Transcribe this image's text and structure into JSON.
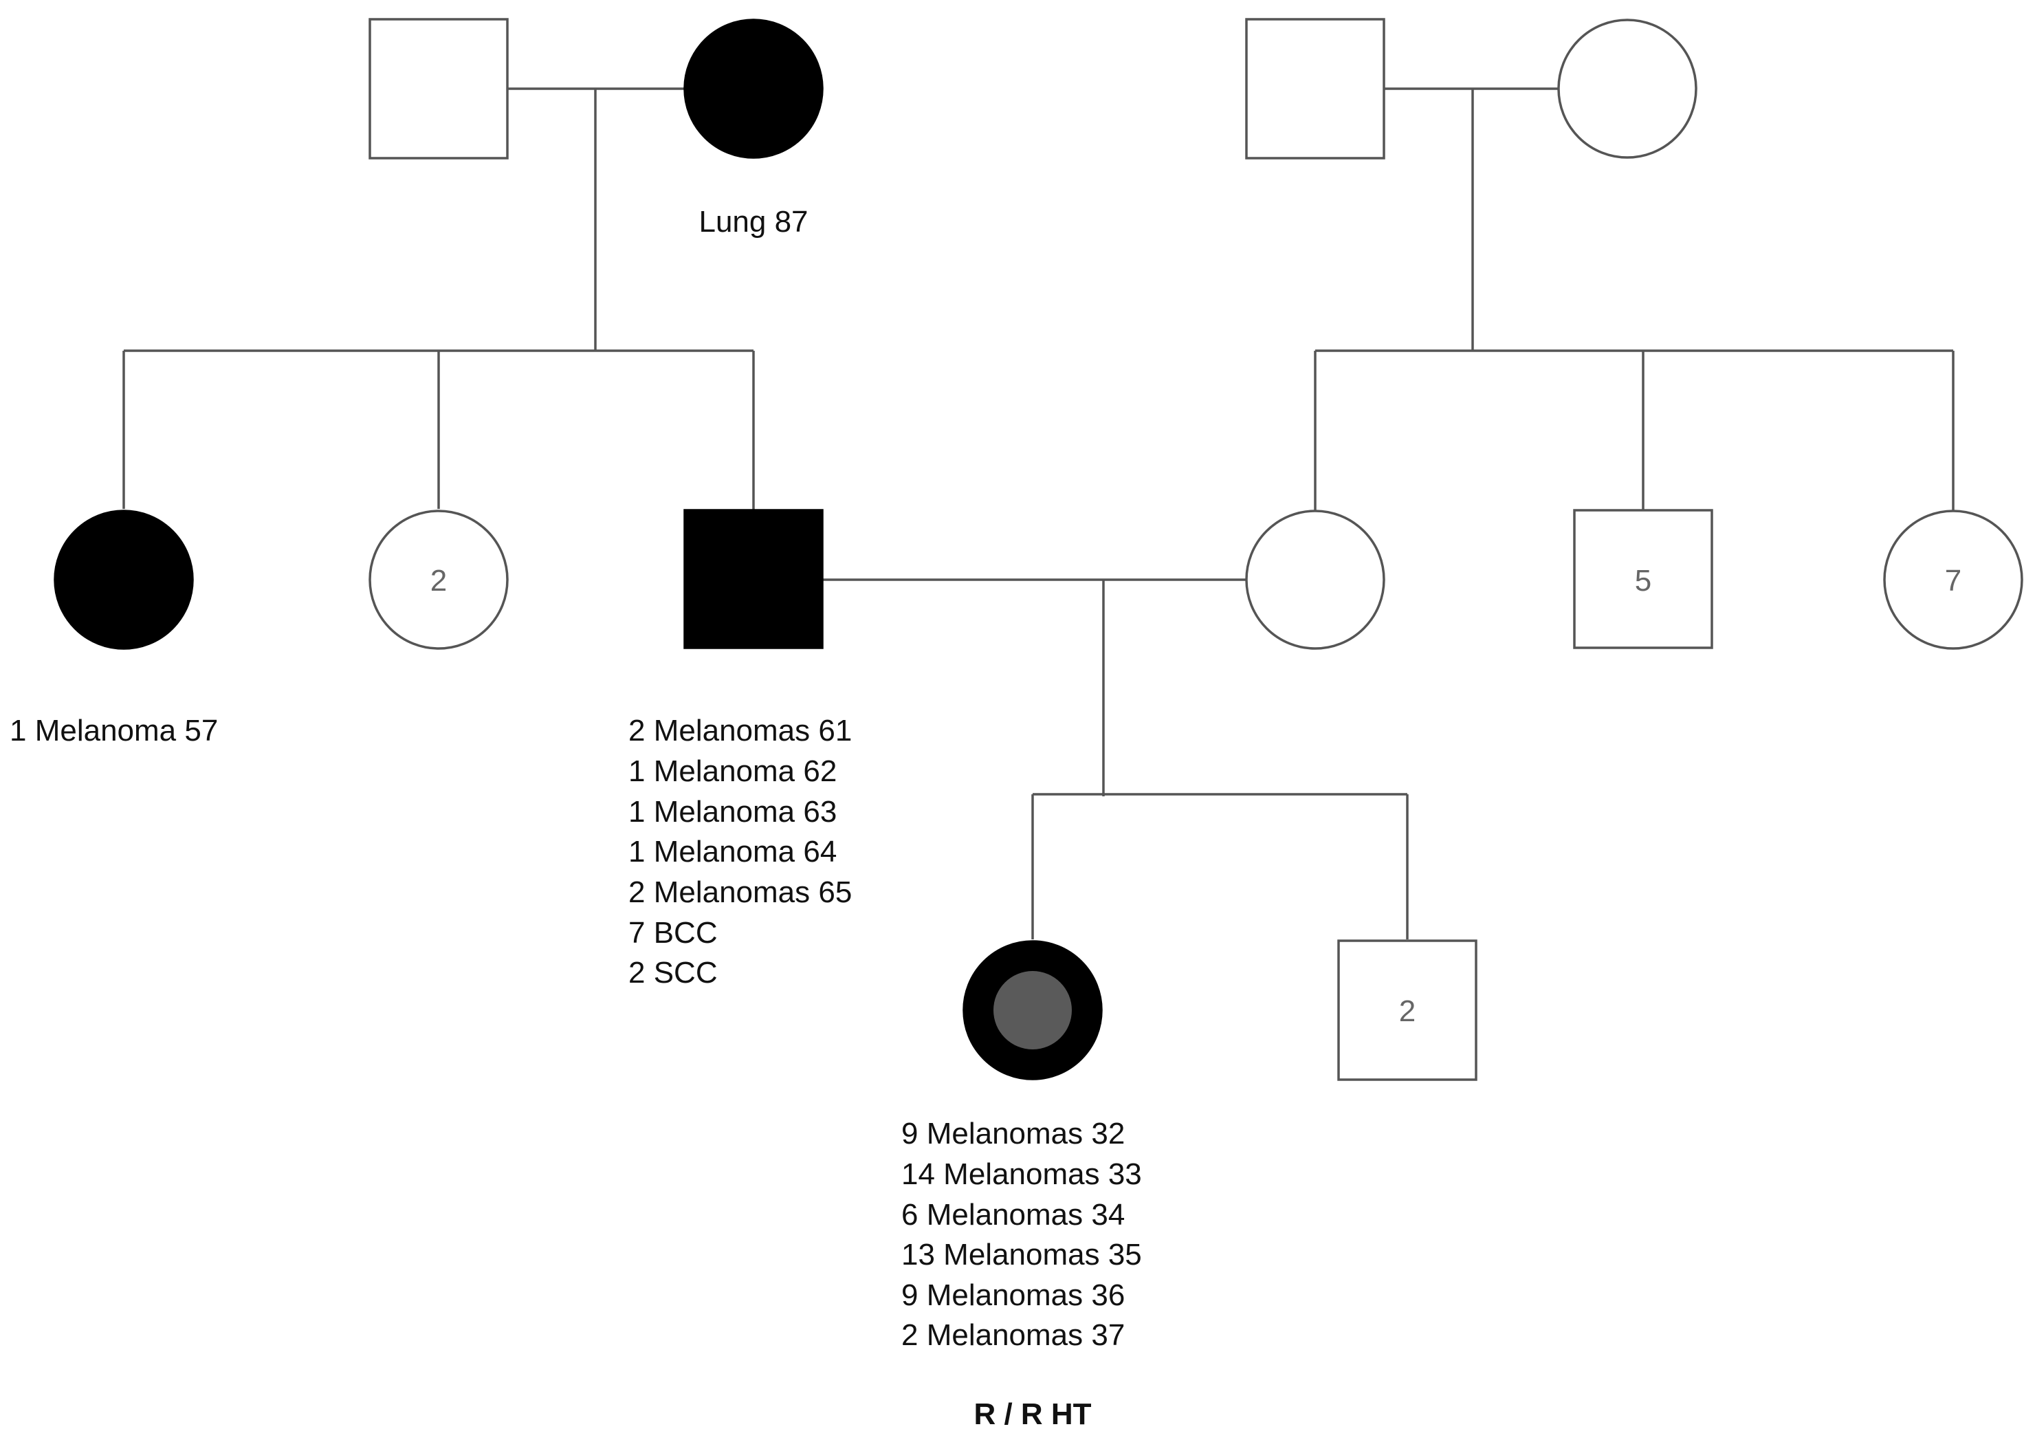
{
  "individuals": {
    "paternal_grandfather": {
      "sex": "male",
      "affected": false
    },
    "paternal_grandmother": {
      "sex": "female",
      "affected": true,
      "notes": [
        "Lung 87"
      ]
    },
    "maternal_grandfather": {
      "sex": "male",
      "affected": false
    },
    "maternal_grandmother": {
      "sex": "female",
      "affected": false
    },
    "paternal_aunt": {
      "sex": "female",
      "affected": true,
      "notes": [
        "1 Melanoma 57"
      ]
    },
    "paternal_aunts_group": {
      "sex": "female",
      "affected": false,
      "count": "2"
    },
    "father": {
      "sex": "male",
      "affected": true,
      "notes": [
        "2 Melanomas 61",
        "1 Melanoma 62",
        "1 Melanoma 63",
        "1 Melanoma 64",
        "2 Melanomas 65",
        "7 BCC",
        "2 SCC"
      ]
    },
    "mother": {
      "sex": "female",
      "affected": false
    },
    "maternal_uncles_group": {
      "sex": "male",
      "affected": false,
      "count": "5"
    },
    "maternal_aunts_group": {
      "sex": "female",
      "affected": false,
      "count": "7"
    },
    "proband": {
      "sex": "female",
      "affected": true,
      "inner_color": "#5a5a5a",
      "notes": [
        "9 Melanomas 32",
        "14 Melanomas 33",
        "6 Melanomas 34",
        "13 Melanomas 35",
        "9 Melanomas 36",
        "2 Melanomas 37"
      ],
      "genotype": "R / R HT"
    },
    "brothers_group": {
      "sex": "male",
      "affected": false,
      "count": "2"
    }
  },
  "colors": {
    "affected": "#000000",
    "unaffected": "#ffffff",
    "line": "#555555",
    "proband_inner": "#5a5a5a"
  }
}
